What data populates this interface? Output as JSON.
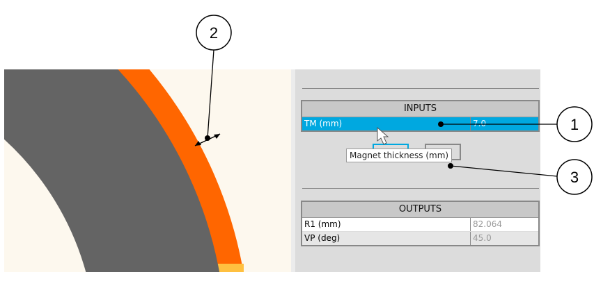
{
  "inputs": {
    "title": "INPUTS",
    "rows": [
      {
        "label": "TM (mm)",
        "value": "7.0"
      }
    ]
  },
  "tooltip": "Magnet thickness (mm)",
  "outputs": {
    "title": "OUTPUTS",
    "rows": [
      {
        "label": "R1 (mm)",
        "value": "82.064"
      },
      {
        "label": "VP (deg)",
        "value": "45.0"
      }
    ]
  },
  "callouts": [
    "1",
    "2",
    "3"
  ],
  "colors": {
    "magnet": "#ff6600",
    "rotor": "#646464",
    "background": "#fdf8ee",
    "accent": "#00a8e0"
  }
}
